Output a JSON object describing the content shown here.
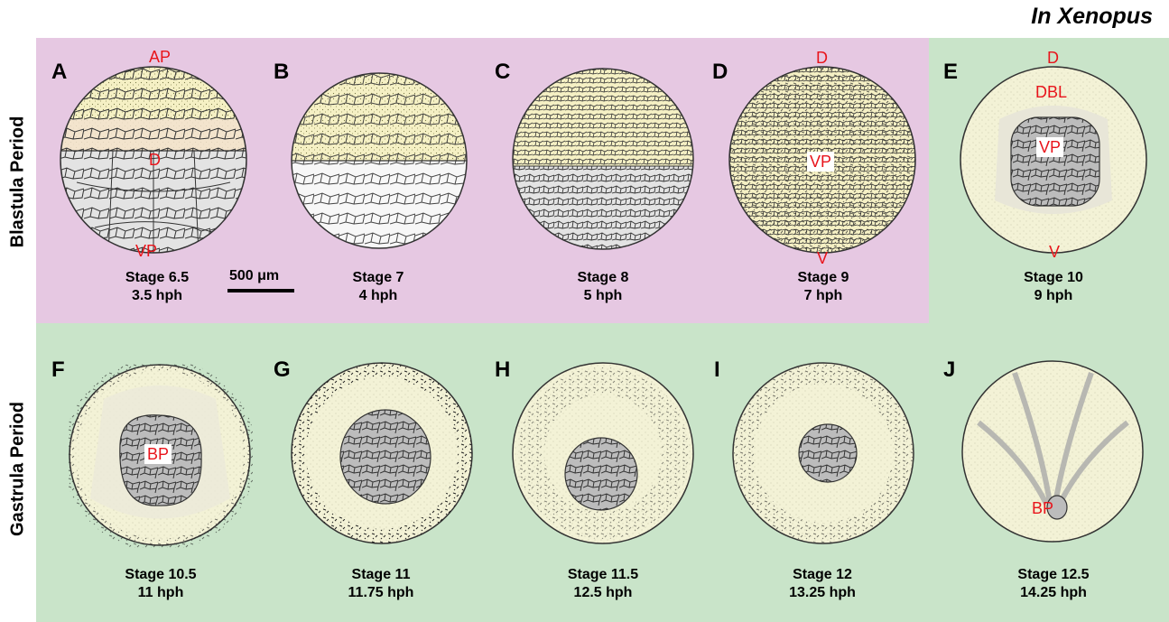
{
  "title": "In Xenopus",
  "periods": {
    "blastula": "Blastula Period",
    "gastrula": "Gastrula Period"
  },
  "scale_bar": "500 μm",
  "colors": {
    "blastula_bg": "#e6c8e2",
    "gastrula_bg": "#c9e4c9",
    "animal_yellow": "#f5f0c4",
    "vegetal_grey": "#e3e3e3",
    "yolk_plug_grey": "#b9b9b9",
    "label_red": "#e8141b"
  },
  "panels": [
    {
      "letter": "A",
      "stage": "Stage 6.5",
      "time": "3.5 hph",
      "labels": [
        "AP",
        "D",
        "VP"
      ]
    },
    {
      "letter": "B",
      "stage": "Stage 7",
      "time": "4 hph",
      "labels": []
    },
    {
      "letter": "C",
      "stage": "Stage 8",
      "time": "5 hph",
      "labels": []
    },
    {
      "letter": "D",
      "stage": "Stage 9",
      "time": "7 hph",
      "labels": [
        "D",
        "VP",
        "V"
      ]
    },
    {
      "letter": "E",
      "stage": "Stage 10",
      "time": "9 hph",
      "labels": [
        "D",
        "DBL",
        "VP",
        "V"
      ]
    },
    {
      "letter": "F",
      "stage": "Stage 10.5",
      "time": "11 hph",
      "labels": [
        "BP"
      ]
    },
    {
      "letter": "G",
      "stage": "Stage 11",
      "time": "11.75 hph",
      "labels": []
    },
    {
      "letter": "H",
      "stage": "Stage 11.5",
      "time": "12.5 hph",
      "labels": []
    },
    {
      "letter": "I",
      "stage": "Stage 12",
      "time": "13.25 hph",
      "labels": []
    },
    {
      "letter": "J",
      "stage": "Stage 12.5",
      "time": "14.25 hph",
      "labels": [
        "BP"
      ]
    }
  ]
}
